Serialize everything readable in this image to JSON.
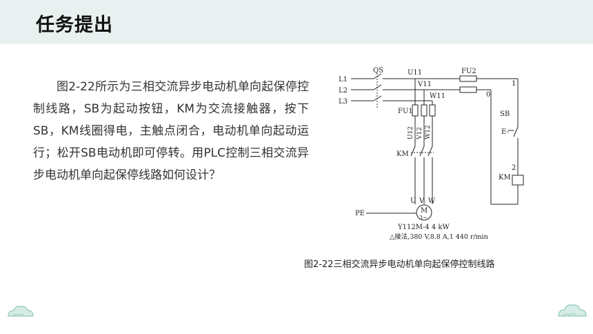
{
  "header": {
    "title": "任务提出"
  },
  "content": {
    "paragraph": "图2-22所示为三相交流异步电动机单向起保停控制线路，SB为起动按钮，KM为交流接触器，按下SB，KM线圈得电，主触点闭合，电动机单向起动运行；松开SB电动机即可停转。用PLC控制三相交流异步电动机单向起保停线路如何设计？"
  },
  "figure": {
    "caption": "图2-22三相交流异步电动机单向起保停控制线路",
    "labels": {
      "l1": "L1",
      "l2": "L2",
      "l3": "L3",
      "qs": "QS",
      "u11": "U11",
      "v11": "V11",
      "w11": "W11",
      "fu1": "FU1",
      "fu2": "FU2",
      "u12": "U12",
      "v12": "V12",
      "w12": "W12",
      "km_main": "KM",
      "sb": "SB",
      "sb_mark": "E-",
      "km_coil": "KM",
      "n0": "0",
      "n1": "1",
      "n2": "2",
      "u": "U",
      "v": "V",
      "w": "W",
      "motor_m": "M",
      "motor_3": "3~",
      "pe": "PE",
      "motor_model": "Y112M-4  4 kW",
      "motor_spec": "△接法,380 V,8.8 A,1 440 r/min"
    }
  },
  "colors": {
    "header_bg": "#e8f1ef",
    "deco": "#9fcfc4"
  }
}
